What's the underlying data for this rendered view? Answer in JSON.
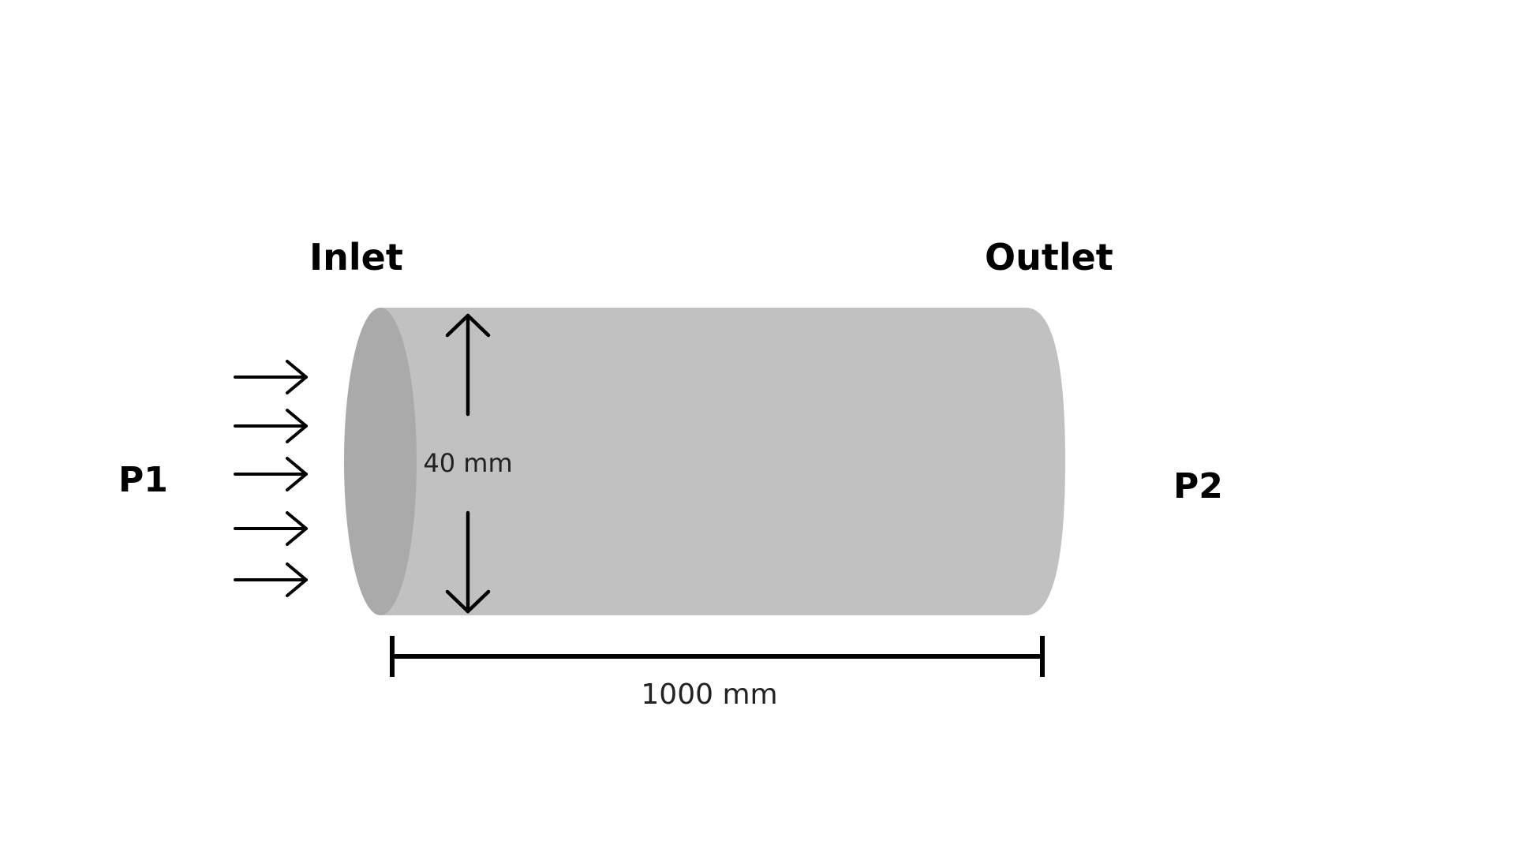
{
  "labels": {
    "inlet": "Inlet",
    "outlet": "Outlet",
    "pressure_in": "P1",
    "pressure_out": "P2",
    "diameter": "40 mm",
    "length": "1000 mm"
  },
  "colors": {
    "background": "#ffffff",
    "pipe_body": "#c1c1c1",
    "pipe_inlet_face": "#aaaaaa",
    "stroke": "#000000"
  },
  "flow_arrows": {
    "count": 5
  }
}
